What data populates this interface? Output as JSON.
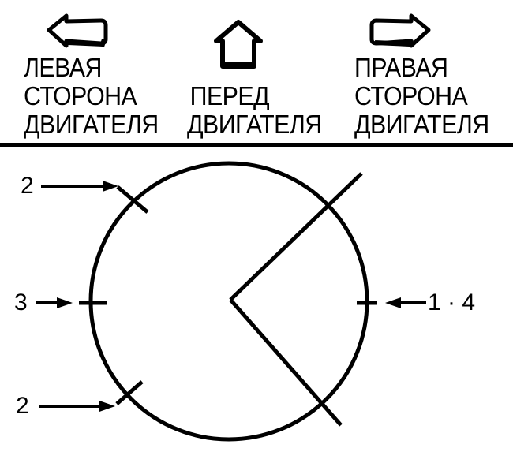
{
  "header": {
    "left": {
      "icon": "arrow-left-icon",
      "lines": [
        "ЛЕВАЯ",
        "СТОРОНА",
        "ДВИГАТЕЛЯ"
      ]
    },
    "center": {
      "icon": "arrow-up-icon",
      "lines": [
        "ПЕРЕД",
        "ДВИГАТЕЛЯ"
      ]
    },
    "right": {
      "icon": "arrow-right-icon",
      "lines": [
        "ПРАВАЯ",
        "СТОРОНА",
        "ДВИГАТЕЛЯ"
      ]
    }
  },
  "diagram": {
    "callouts": {
      "upper_left": "2",
      "left": "3",
      "lower_left": "2",
      "right": "1 · 4"
    }
  },
  "colors": {
    "ink": "#000000",
    "paper": "#ffffff"
  }
}
